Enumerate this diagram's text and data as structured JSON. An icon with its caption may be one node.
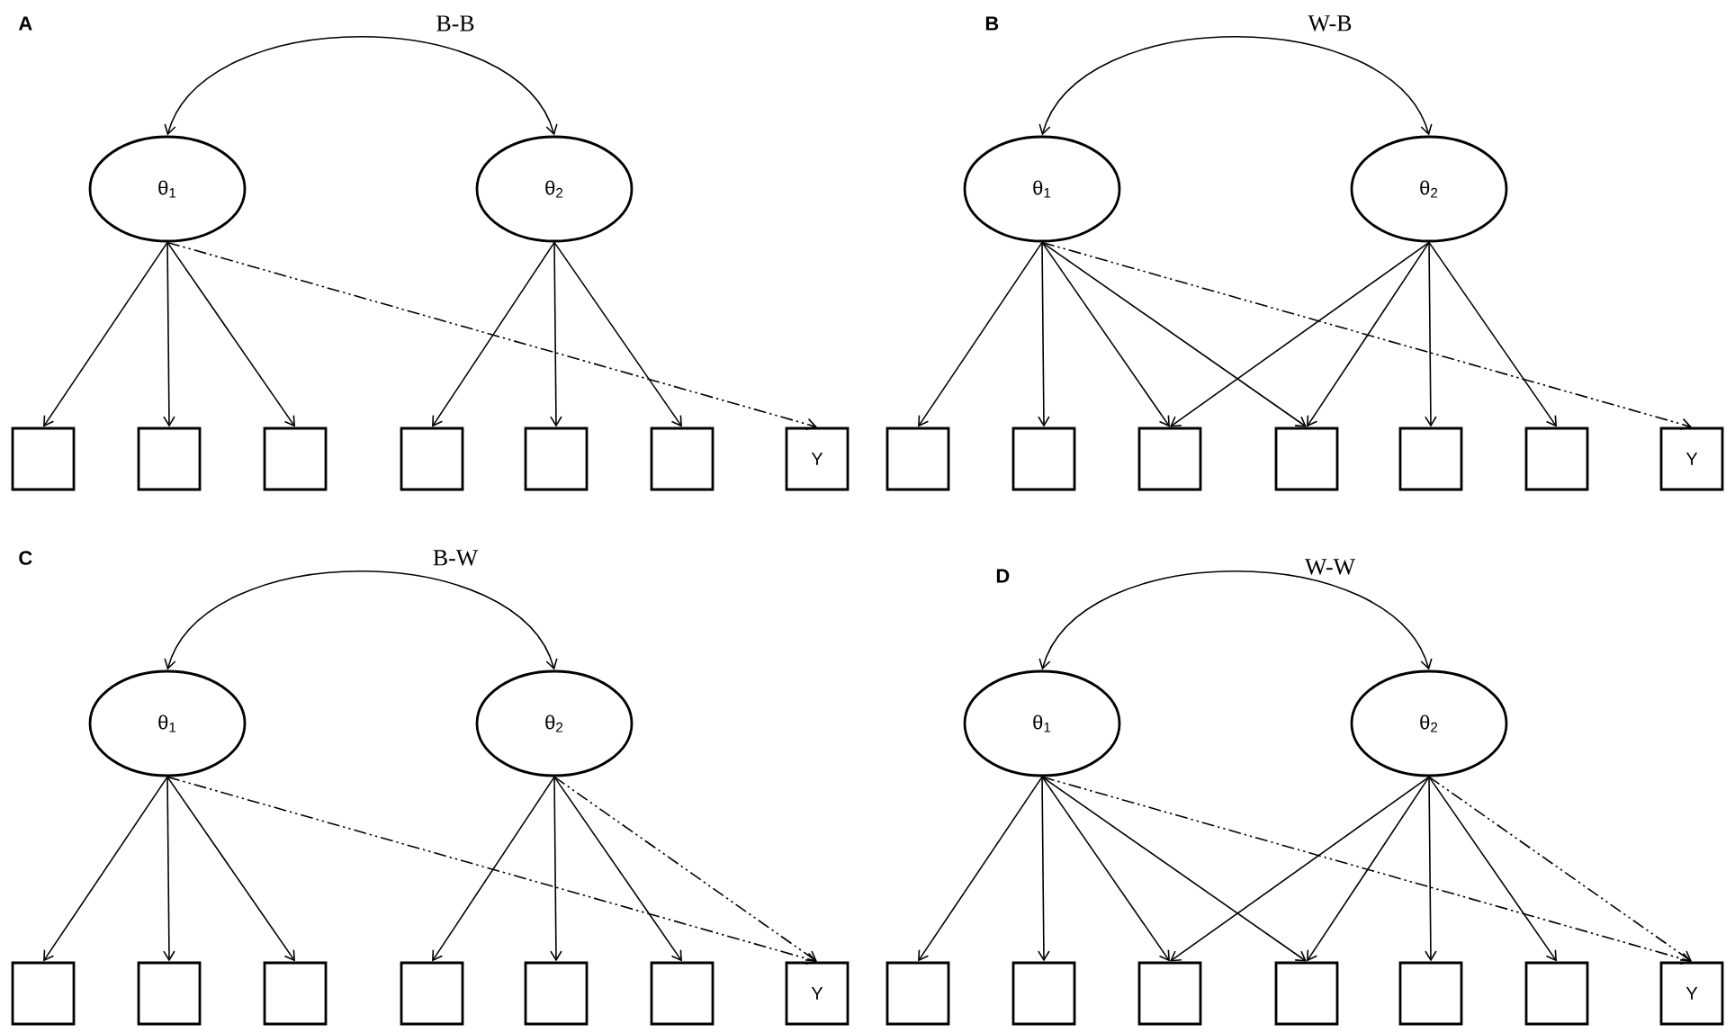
{
  "diagram": {
    "nodes": [
      {
        "text": [
          "θ$_{1}$"
        ]
      },
      {
        "text": [
          "θ$_{2}$"
        ]
      },
      {
        "text": [],
        "shape": "box"
      },
      {
        "text": [],
        "shape": "box"
      },
      {
        "text": [],
        "shape": "box"
      },
      {
        "text": [],
        "shape": "box"
      },
      {
        "text": [],
        "shape": "box"
      },
      {
        "text": [],
        "shape": "box"
      },
      {
        "text": [
          "Y"
        ]
      },
      {
        "text": [
          "θ$_{1}$"
        ]
      },
      {
        "text": [
          "θ$_{2}$"
        ]
      },
      {
        "text": [],
        "shape": "box"
      },
      {
        "text": [],
        "shape": "box"
      },
      {
        "text": [],
        "shape": "box"
      },
      {
        "text": [],
        "shape": "box"
      },
      {
        "text": [],
        "shape": "box"
      },
      {
        "text": [],
        "shape": "box"
      },
      {
        "text": [
          "Y"
        ]
      },
      {
        "text": [
          "θ$_{1}$"
        ]
      },
      {
        "text": [
          "θ$_{2}$"
        ]
      },
      {
        "text": [],
        "shape": "box"
      },
      {
        "text": [],
        "shape": "box"
      },
      {
        "text": [],
        "shape": "box"
      },
      {
        "text": [],
        "shape": "box"
      },
      {
        "text": [],
        "shape": "box"
      },
      {
        "text": [],
        "shape": "box"
      },
      {
        "text": [
          "Y"
        ]
      },
      {
        "text": [
          "θ$_{1}$"
        ]
      },
      {
        "text": [
          "θ$_{2}$"
        ]
      },
      {
        "text": [],
        "shape": "box"
      },
      {
        "text": [],
        "shape": "box"
      },
      {
        "text": [],
        "shape": "box"
      },
      {
        "text": [],
        "shape": "box"
      },
      {
        "text": [],
        "shape": "box"
      },
      {
        "text": [],
        "shape": "box"
      },
      {
        "text": [
          "Y"
        ]
      }
    ],
    "edges": [
      {
        "from": 0,
        "to": 1,
        "arrow": "both"
      },
      {
        "from": 0,
        "to": 2,
        "arrow": "to"
      },
      {
        "from": 0,
        "to": 3,
        "arrow": "to"
      },
      {
        "from": 0,
        "to": 4,
        "arrow": "to"
      },
      {
        "from": 1,
        "to": 5,
        "arrow": "to"
      },
      {
        "from": 1,
        "to": 6,
        "arrow": "to"
      },
      {
        "from": 1,
        "to": 7,
        "arrow": "to"
      },
      {
        "from": 0,
        "to": 8,
        "arrow": "to",
        "style": "dashed"
      },
      {
        "from": 9,
        "to": 10,
        "arrow": "both"
      },
      {
        "from": 9,
        "to": 11,
        "arrow": "to"
      },
      {
        "from": 9,
        "to": 12,
        "arrow": "to"
      },
      {
        "from": 9,
        "to": 13,
        "arrow": "to"
      },
      {
        "from": 9,
        "to": 14,
        "arrow": "to"
      },
      {
        "from": 10,
        "to": 13,
        "arrow": "to"
      },
      {
        "from": 10,
        "to": 14,
        "arrow": "to"
      },
      {
        "from": 10,
        "to": 15,
        "arrow": "to"
      },
      {
        "from": 10,
        "to": 16,
        "arrow": "to"
      },
      {
        "from": 9,
        "to": 17,
        "arrow": "to",
        "style": "dashed"
      },
      {
        "from": 18,
        "to": 19,
        "arrow": "both"
      },
      {
        "from": 18,
        "to": 20,
        "arrow": "to"
      },
      {
        "from": 18,
        "to": 21,
        "arrow": "to"
      },
      {
        "from": 18,
        "to": 22,
        "arrow": "to"
      },
      {
        "from": 19,
        "to": 23,
        "arrow": "to"
      },
      {
        "from": 19,
        "to": 24,
        "arrow": "to"
      },
      {
        "from": 19,
        "to": 25,
        "arrow": "to"
      },
      {
        "from": 18,
        "to": 26,
        "arrow": "to",
        "style": "dashed"
      },
      {
        "from": 19,
        "to": 26,
        "arrow": "to",
        "style": "dashed"
      },
      {
        "from": 27,
        "to": 28,
        "arrow": "both"
      },
      {
        "from": 27,
        "to": 29,
        "arrow": "to"
      },
      {
        "from": 27,
        "to": 30,
        "arrow": "to"
      },
      {
        "from": 27,
        "to": 31,
        "arrow": "to"
      },
      {
        "from": 27,
        "to": 32,
        "arrow": "to"
      },
      {
        "from": 28,
        "to": 31,
        "arrow": "to"
      },
      {
        "from": 28,
        "to": 32,
        "arrow": "to"
      },
      {
        "from": 28,
        "to": 33,
        "arrow": "to"
      },
      {
        "from": 28,
        "to": 34,
        "arrow": "to"
      },
      {
        "from": 27,
        "to": 35,
        "arrow": "to",
        "style": "dashed"
      },
      {
        "from": 28,
        "to": 35,
        "arrow": "to",
        "style": "dashed"
      }
    ],
    "labels": [
      "A",
      "B-B",
      "B",
      "W-B",
      "C",
      "B-W",
      "D",
      "W-W"
    ]
  }
}
